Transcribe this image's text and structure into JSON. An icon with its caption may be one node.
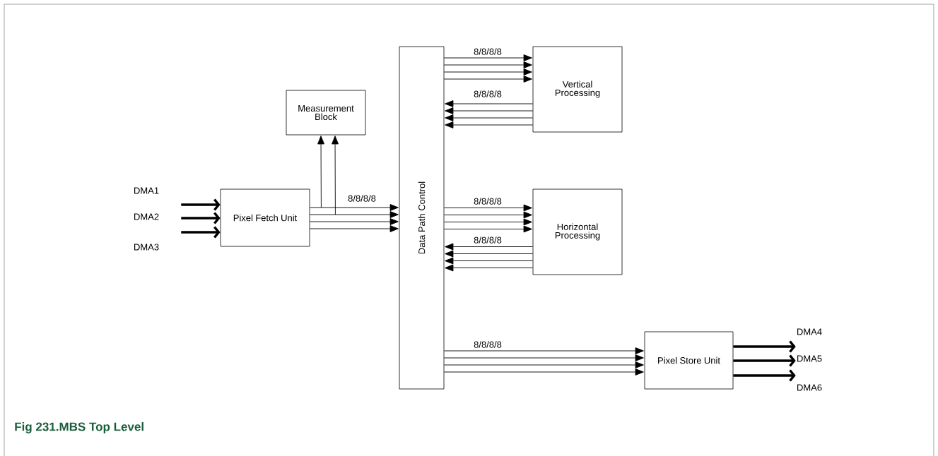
{
  "diagram": {
    "caption": "Fig 231.MBS Top Level",
    "nodes": [
      {
        "text": [
          "Measurement Block"
        ]
      },
      {
        "text": [
          "Pixel Fetch Unit"
        ]
      },
      {
        "text": [
          "Data Path Control"
        ]
      },
      {
        "text": [
          "Vertical Processing"
        ]
      },
      {
        "text": [
          "Horizontal Processing"
        ]
      },
      {
        "text": [
          "Pixel Store Unit"
        ]
      },
      {
        "text": [
          "DMA1"
        ]
      },
      {
        "text": [
          "DMA2"
        ]
      },
      {
        "text": [
          "DMA3"
        ]
      },
      {
        "text": [
          "DMA4"
        ]
      },
      {
        "text": [
          "DMA5"
        ]
      },
      {
        "text": [
          "DMA6"
        ]
      }
    ],
    "edges": [
      {
        "from": 6,
        "to": 1,
        "arrow": "to",
        "style": "thick"
      },
      {
        "from": 7,
        "to": 1,
        "arrow": "to",
        "style": "thick"
      },
      {
        "from": 8,
        "to": 1,
        "arrow": "to",
        "style": "thick"
      },
      {
        "from": 1,
        "to": 2,
        "arrow": "to",
        "label": "8/8/8/8"
      },
      {
        "from": 1,
        "to": 0,
        "arrow": "to"
      },
      {
        "from": 1,
        "to": 0,
        "arrow": "to"
      },
      {
        "from": 2,
        "to": 3,
        "arrow": "to",
        "label": "8/8/8/8"
      },
      {
        "from": 3,
        "to": 2,
        "arrow": "to",
        "label": "8/8/8/8"
      },
      {
        "from": 2,
        "to": 4,
        "arrow": "to",
        "label": "8/8/8/8"
      },
      {
        "from": 4,
        "to": 2,
        "arrow": "to",
        "label": "8/8/8/8"
      },
      {
        "from": 2,
        "to": 5,
        "arrow": "to",
        "label": "8/8/8/8"
      },
      {
        "from": 5,
        "to": 9,
        "arrow": "to",
        "style": "thick"
      },
      {
        "from": 5,
        "to": 10,
        "arrow": "to",
        "style": "thick"
      },
      {
        "from": 5,
        "to": 11,
        "arrow": "to",
        "style": "thick"
      }
    ]
  }
}
